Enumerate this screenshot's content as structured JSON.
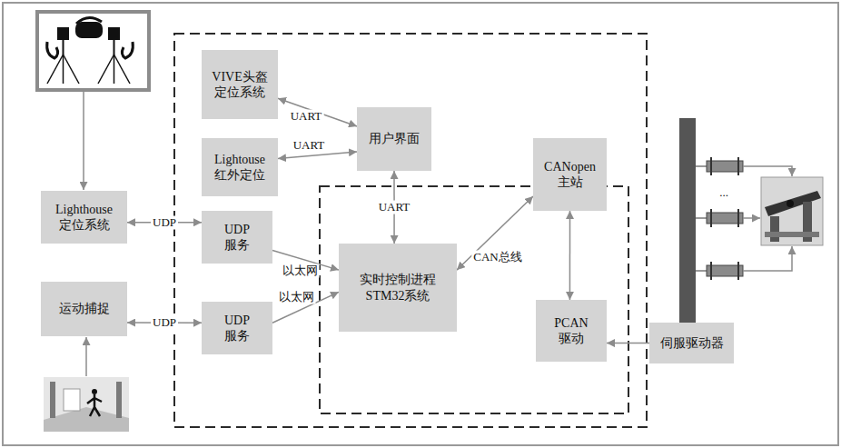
{
  "diagram": {
    "nodes": [
      {
        "text": [
          "VIVE头盔 定位系统"
        ]
      },
      {
        "text": [
          "Lightouse 红外定位"
        ]
      },
      {
        "text": [
          "用户界面"
        ]
      },
      {
        "text": [
          "Lighthouse 定位系统"
        ]
      },
      {
        "text": [
          "UDP 服务"
        ]
      },
      {
        "text": [
          "运动捕捉"
        ]
      },
      {
        "text": [
          "UDP 服务"
        ]
      },
      {
        "text": [
          "实时控制进程 STM32系统"
        ]
      },
      {
        "text": [
          "CANopen 主站"
        ]
      },
      {
        "text": [
          "PCAN 驱动"
        ]
      },
      {
        "text": [
          "伺服驱动器"
        ]
      }
    ],
    "edges": [
      {
        "from": 0,
        "to": 2,
        "label": "UART",
        "arrow": "both"
      },
      {
        "from": 1,
        "to": 2,
        "label": "UART",
        "arrow": "both"
      },
      {
        "from": 3,
        "to": 4,
        "label": "UDP",
        "arrow": "both"
      },
      {
        "from": 5,
        "to": 6,
        "label": "UDP",
        "arrow": "both"
      },
      {
        "from": 4,
        "to": 7,
        "label": "以太网",
        "arrow": "to"
      },
      {
        "from": 6,
        "to": 7,
        "label": "以太网",
        "arrow": "to"
      },
      {
        "from": 7,
        "to": 2,
        "label": "UART",
        "arrow": "both"
      },
      {
        "from": 7,
        "to": 8,
        "label": "CAN总线",
        "arrow": "both"
      },
      {
        "from": 8,
        "to": 9,
        "arrow": "both"
      },
      {
        "from": 10,
        "to": 9,
        "arrow": "to"
      }
    ],
    "labels": [
      "..."
    ]
  }
}
